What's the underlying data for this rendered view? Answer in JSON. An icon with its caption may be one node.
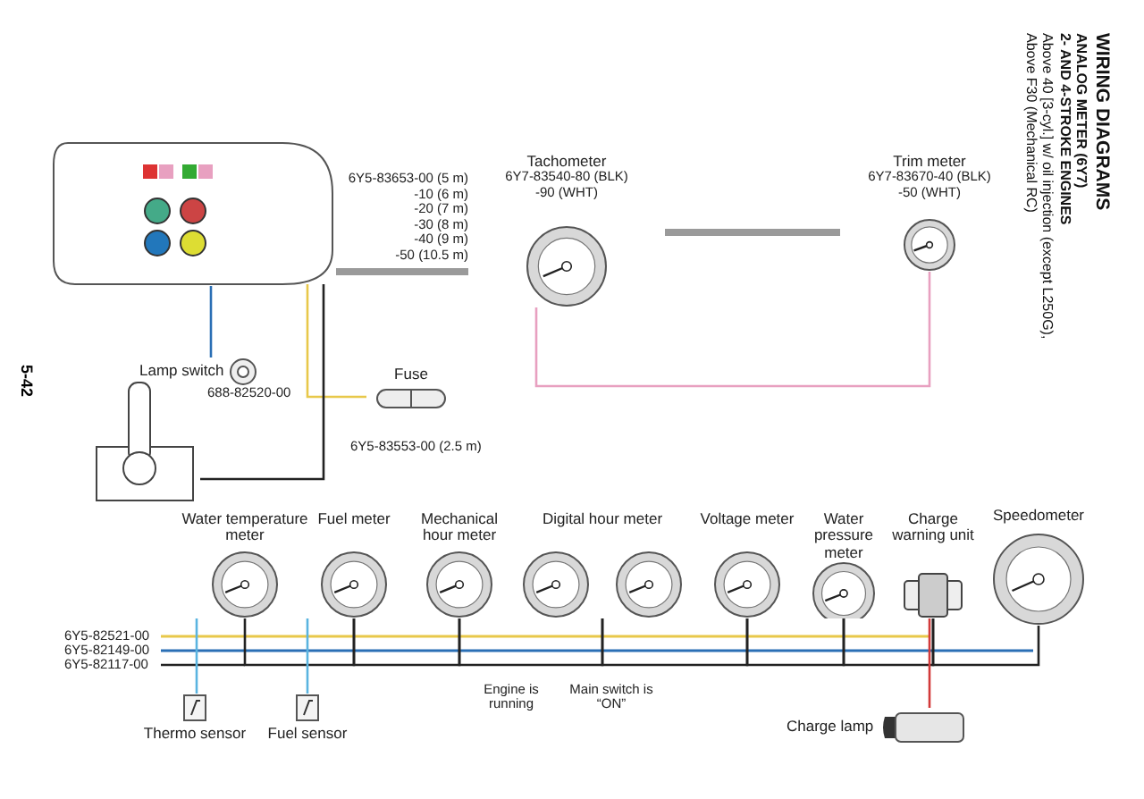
{
  "diagram": {
    "title": "WIRING DIAGRAMS",
    "nodes": [
      {
        "text": [
          "Tachometer",
          "6Y7-83540-80 (BLK)",
          "-90 (WHT)"
        ]
      },
      {
        "text": [
          "Trim meter",
          "6Y7-83670-40 (BLK)",
          "-50 (WHT)"
        ]
      },
      {
        "text": [],
        "shape": "picture"
      },
      {
        "text": [
          "Lamp switch",
          "688-82520-00"
        ]
      },
      {
        "text": [
          "Fuse"
        ]
      },
      {
        "text": [],
        "shape": "picture"
      },
      {
        "text": [
          "Water temperature meter"
        ]
      },
      {
        "text": [
          "Fuel meter"
        ]
      },
      {
        "text": [
          "Mechanical hour meter"
        ]
      },
      {
        "text": [
          "Digital hour meter"
        ]
      },
      {
        "text": [
          "Voltage meter"
        ]
      },
      {
        "text": [
          "Water pressure meter"
        ]
      },
      {
        "text": [
          "Charge warning unit"
        ]
      },
      {
        "text": [
          "Speedometer"
        ]
      },
      {
        "text": [
          "Thermo sensor"
        ]
      },
      {
        "text": [
          "Fuel sensor"
        ]
      },
      {
        "text": [
          "Charge lamp"
        ]
      }
    ],
    "edges": [
      {
        "from": 2,
        "to": 0,
        "arrow": "none",
        "style": "thick",
        "color": "#9a9a9a"
      },
      {
        "from": 0,
        "to": 1,
        "arrow": "none",
        "style": "thick",
        "color": "#9a9a9a"
      },
      {
        "from": 0,
        "to": 1,
        "arrow": "none",
        "color": "#e8a0c0"
      },
      {
        "from": 3,
        "to": 2,
        "arrow": "none",
        "color": "#2a6fb5"
      },
      {
        "from": 4,
        "to": 2,
        "arrow": "none",
        "color": "#e8c84a"
      },
      {
        "from": 5,
        "to": 2,
        "arrow": "none"
      },
      {
        "from": 6,
        "to": 7,
        "arrow": "none"
      },
      {
        "from": 7,
        "to": 8,
        "arrow": "none"
      },
      {
        "from": 8,
        "to": 9,
        "arrow": "none"
      },
      {
        "from": 9,
        "to": 10,
        "arrow": "none"
      },
      {
        "from": 10,
        "to": 11,
        "arrow": "none"
      },
      {
        "from": 11,
        "to": 12,
        "arrow": "none"
      },
      {
        "from": 12,
        "to": 13,
        "arrow": "none"
      },
      {
        "from": 14,
        "to": 6,
        "arrow": "none",
        "color": "#5ab4e0"
      },
      {
        "from": 15,
        "to": 7,
        "arrow": "none",
        "color": "#5ab4e0"
      },
      {
        "from": 16,
        "to": 12,
        "arrow": "none",
        "color": "#d23a3a"
      }
    ],
    "labels": [
      "ANALOG METER (6Y7)",
      "2- AND 4-STROKE ENGINES",
      "Above 40 [3-cyl.] w/ oil injection (except L250G),",
      "Above F30 (Mechanical RC)",
      "5-42",
      "6Y5-83653-00 (5 m)",
      "-10 (6 m)",
      "-20 (7 m)",
      "-30 (8 m)",
      "-40 (9 m)",
      "-50 (10.5 m)",
      "6Y5-83553-00 (2.5 m)",
      "6Y5-82521-00",
      "6Y5-82149-00",
      "6Y5-82117-00",
      "Engine is running",
      "Main switch is “ON”"
    ]
  }
}
